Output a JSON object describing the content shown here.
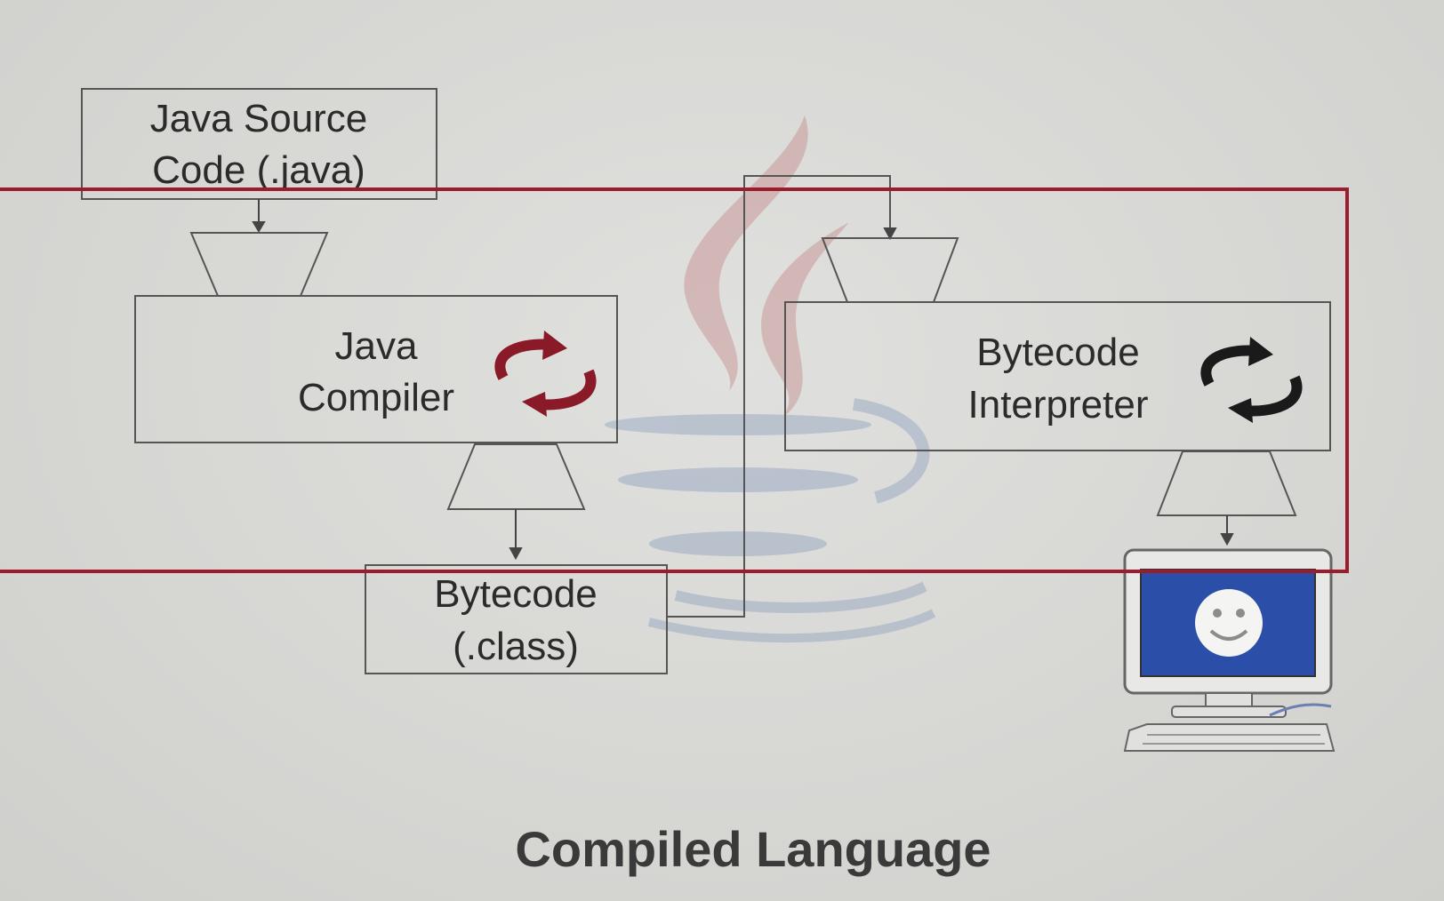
{
  "diagram": {
    "title": "Compiled Language",
    "source_box": {
      "lines": [
        "Java Source",
        "Code (.java)"
      ]
    },
    "compiler_box": {
      "lines": [
        "Java",
        "Compiler"
      ]
    },
    "bytecode_box": {
      "lines": [
        "Bytecode",
        "(.class)"
      ]
    },
    "interpreter_box": {
      "lines": [
        "Bytecode",
        "Interpreter"
      ]
    }
  },
  "colors": {
    "highlight_frame": "#9b1c2c",
    "compiler_cycle": "#8a1a28",
    "interpreter_cycle": "#1a1a1a",
    "box_stroke": "#555555",
    "monitor_screen": "#2b4fa8"
  },
  "icons": [
    "java-logo-watermark",
    "compile-cycle-icon",
    "interpret-cycle-icon",
    "computer-icon",
    "smiley-face-icon"
  ]
}
